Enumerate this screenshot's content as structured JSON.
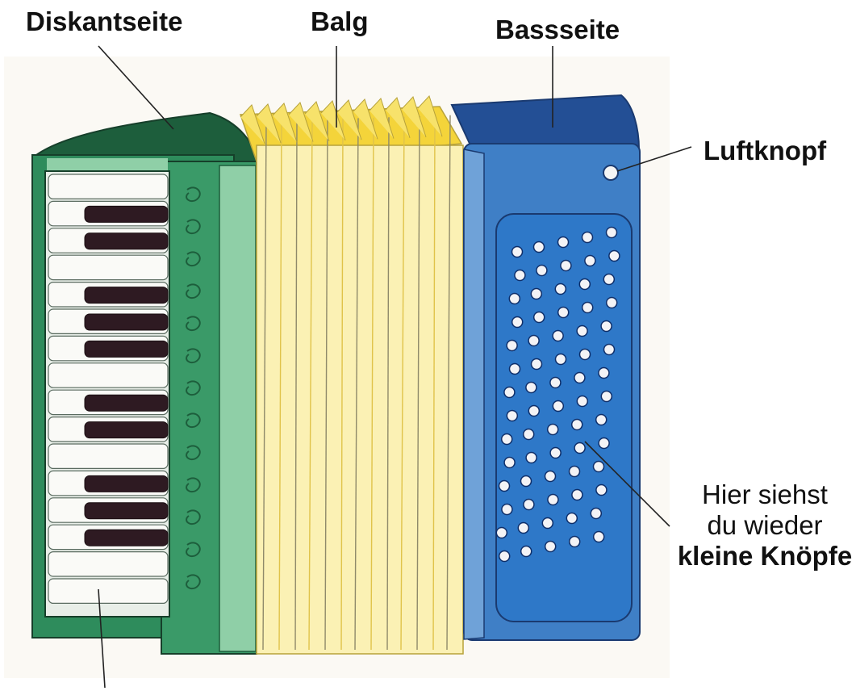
{
  "labels": {
    "treble_side": "Diskantseite",
    "bellows": "Balg",
    "bass_side": "Bassseite",
    "air_button": "Luftknopf",
    "buttons_note": {
      "line1": "Hier siehst",
      "line2": "du wieder",
      "line3": "kleine Knöpfe"
    }
  },
  "colors": {
    "treble_green": "#2e8c5c",
    "treble_green_dark": "#1d5e3c",
    "treble_green_light": "#8fcfa7",
    "bellows_yellow": "#f7e26b",
    "bellows_light": "#fbf1b4",
    "bass_blue": "#3f7fc6",
    "bass_blue_dark": "#234f95",
    "panel_blue": "#2e78c8",
    "white_key": "#fafaf7",
    "black_key": "#2e1a22"
  }
}
